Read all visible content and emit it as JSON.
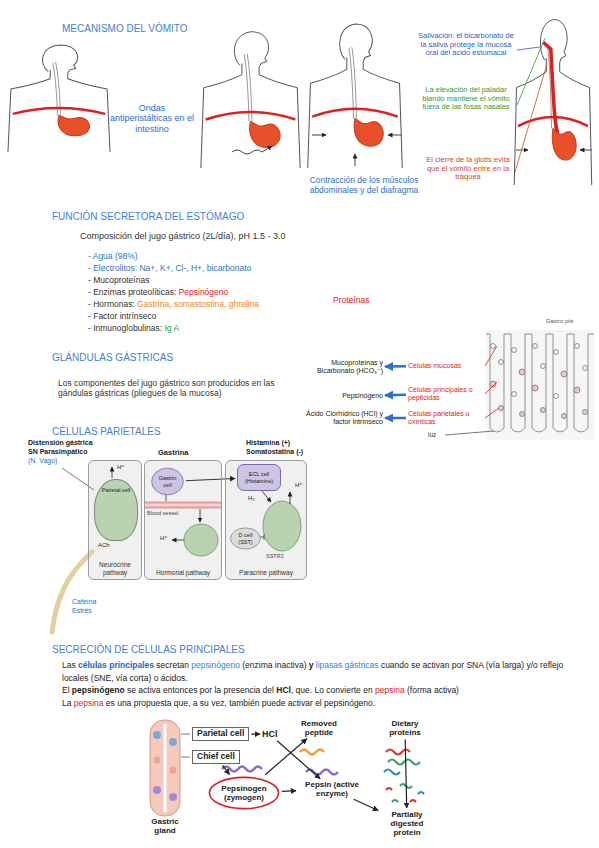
{
  "diagram": {
    "title": "MECANISMO DEL VÓMITO",
    "nodes": [
      {
        "text": [
          "Mucoproteínas y Bicarbonato (HCO₃⁻)"
        ]
      },
      {
        "text": [
          "Células mucosas"
        ]
      },
      {
        "text": [
          "Pepsinógeno"
        ]
      },
      {
        "text": [
          "Células principales o pepticidas"
        ]
      },
      {
        "text": [
          "Ácido Clorhídrico (HCl) y factor intrínseco"
        ]
      },
      {
        "text": [
          "Células parietales u oxínticas"
        ]
      },
      {
        "text": [
          "Neurocrine pathway"
        ]
      },
      {
        "text": [
          "Parietal cell"
        ],
        "in": 6
      },
      {
        "text": [
          "Hormonal pathway"
        ]
      },
      {
        "text": [
          "Gastrin cell"
        ],
        "in": 8
      },
      {
        "text": [
          "Paracrine pathway"
        ]
      },
      {
        "text": [
          "ECL cell (Histamine)"
        ],
        "in": 10
      },
      {
        "text": [
          "D cell (SST)"
        ],
        "in": 10
      },
      {
        "text": [
          "Parietal cell"
        ]
      },
      {
        "text": [
          "Chief cell"
        ]
      },
      {
        "text": [
          "HCl"
        ]
      },
      {
        "text": [
          "Removed peptide"
        ]
      },
      {
        "text": [
          "Dietary proteins"
        ]
      },
      {
        "text": [
          "Pepsinogen (zymogen)"
        ]
      },
      {
        "text": [
          "Pepsin (active enzyme)"
        ]
      },
      {
        "text": [
          "Partially digested protein"
        ]
      }
    ],
    "edges": [
      {
        "from": 1,
        "to": 0,
        "arrow": "to"
      },
      {
        "from": 3,
        "to": 2,
        "arrow": "to"
      },
      {
        "from": 5,
        "to": 4,
        "arrow": "to"
      },
      {
        "from": 9,
        "to": 11,
        "arrow": "to"
      },
      {
        "from": 13,
        "to": 15,
        "arrow": "to"
      },
      {
        "from": 14,
        "to": 18,
        "arrow": "to"
      },
      {
        "from": 15,
        "to": 19,
        "arrow": "to"
      },
      {
        "from": 18,
        "to": 19,
        "arrow": "to"
      },
      {
        "from": 18,
        "to": 16,
        "arrow": "to"
      },
      {
        "from": 17,
        "to": 20,
        "arrow": "to"
      },
      {
        "from": 19,
        "to": 20,
        "arrow": "to"
      }
    ],
    "labels": [
      "Ondas antiperistálticas en el intestino",
      "Contracción de los músculos abdominales y del diafragma",
      "Salivación: el bicarbonato de la saliva protege la mucosa oral del ácido estomacal",
      "La elevación del paladar blando mantiene el vómito fuera de las fosas nasales",
      "El cierre de la glotis evita que el vómito entre en la tráquea",
      "FUNCIÓN SECRETORA DEL ESTÓMAGO",
      "Composición del jugo gástrico (2L/día), pH 1.5 - 3.0",
      "- Agua (98%)",
      "- Electrolitos: Na+, K+, Cl-, H+, bicarbonato",
      "- Mucoproteínas",
      "- Enzimas proteolíticas:",
      "Pepsinógeno",
      "- Hormonas:",
      "Gastrina, somastostina, ghrelina",
      "- Factor intrínseco",
      "- Inmunoglobulinas:",
      "Ig A",
      "Proteínas",
      "GLÁNDULAS GÁSTRICAS",
      "Los componentes del jugo gástrico son producidos en las gándulas gástricas (pliegues de la mucosa)",
      "Gastric pits",
      "luz",
      "CÉLULAS PARIETALES",
      "Distensión gástrica",
      "SN Parasimpático",
      "(N. Vago)",
      "Gastrina",
      "Histamina (+)",
      "Somatostatina (-)",
      "H⁺",
      "ACh",
      "Blood vessel",
      "H⁺",
      "H₂",
      "H⁺",
      "SSTR2",
      "Cafeína",
      "Estrés",
      "SECRECIÓN DE CÉLULAS PRINCIPALES",
      "Las",
      "células principales",
      "secretan",
      "pepsinógeno",
      "(enzima inactiva)",
      "y",
      "lipasas gástricas",
      "cuando se activan por SNA (vía larga) y/o reflejo locales (SNE, vía corta) o ácidos.",
      "El",
      "pepsinógeno",
      "se activa entonces por la presencia del",
      "HCl",
      ", que. Lo convierte en",
      "pepsina",
      "(forma activa)",
      "La",
      "pepsina",
      "es una propuesta que, a su vez, también puede activar el pepsinógeno.",
      "Gastric gland"
    ]
  }
}
